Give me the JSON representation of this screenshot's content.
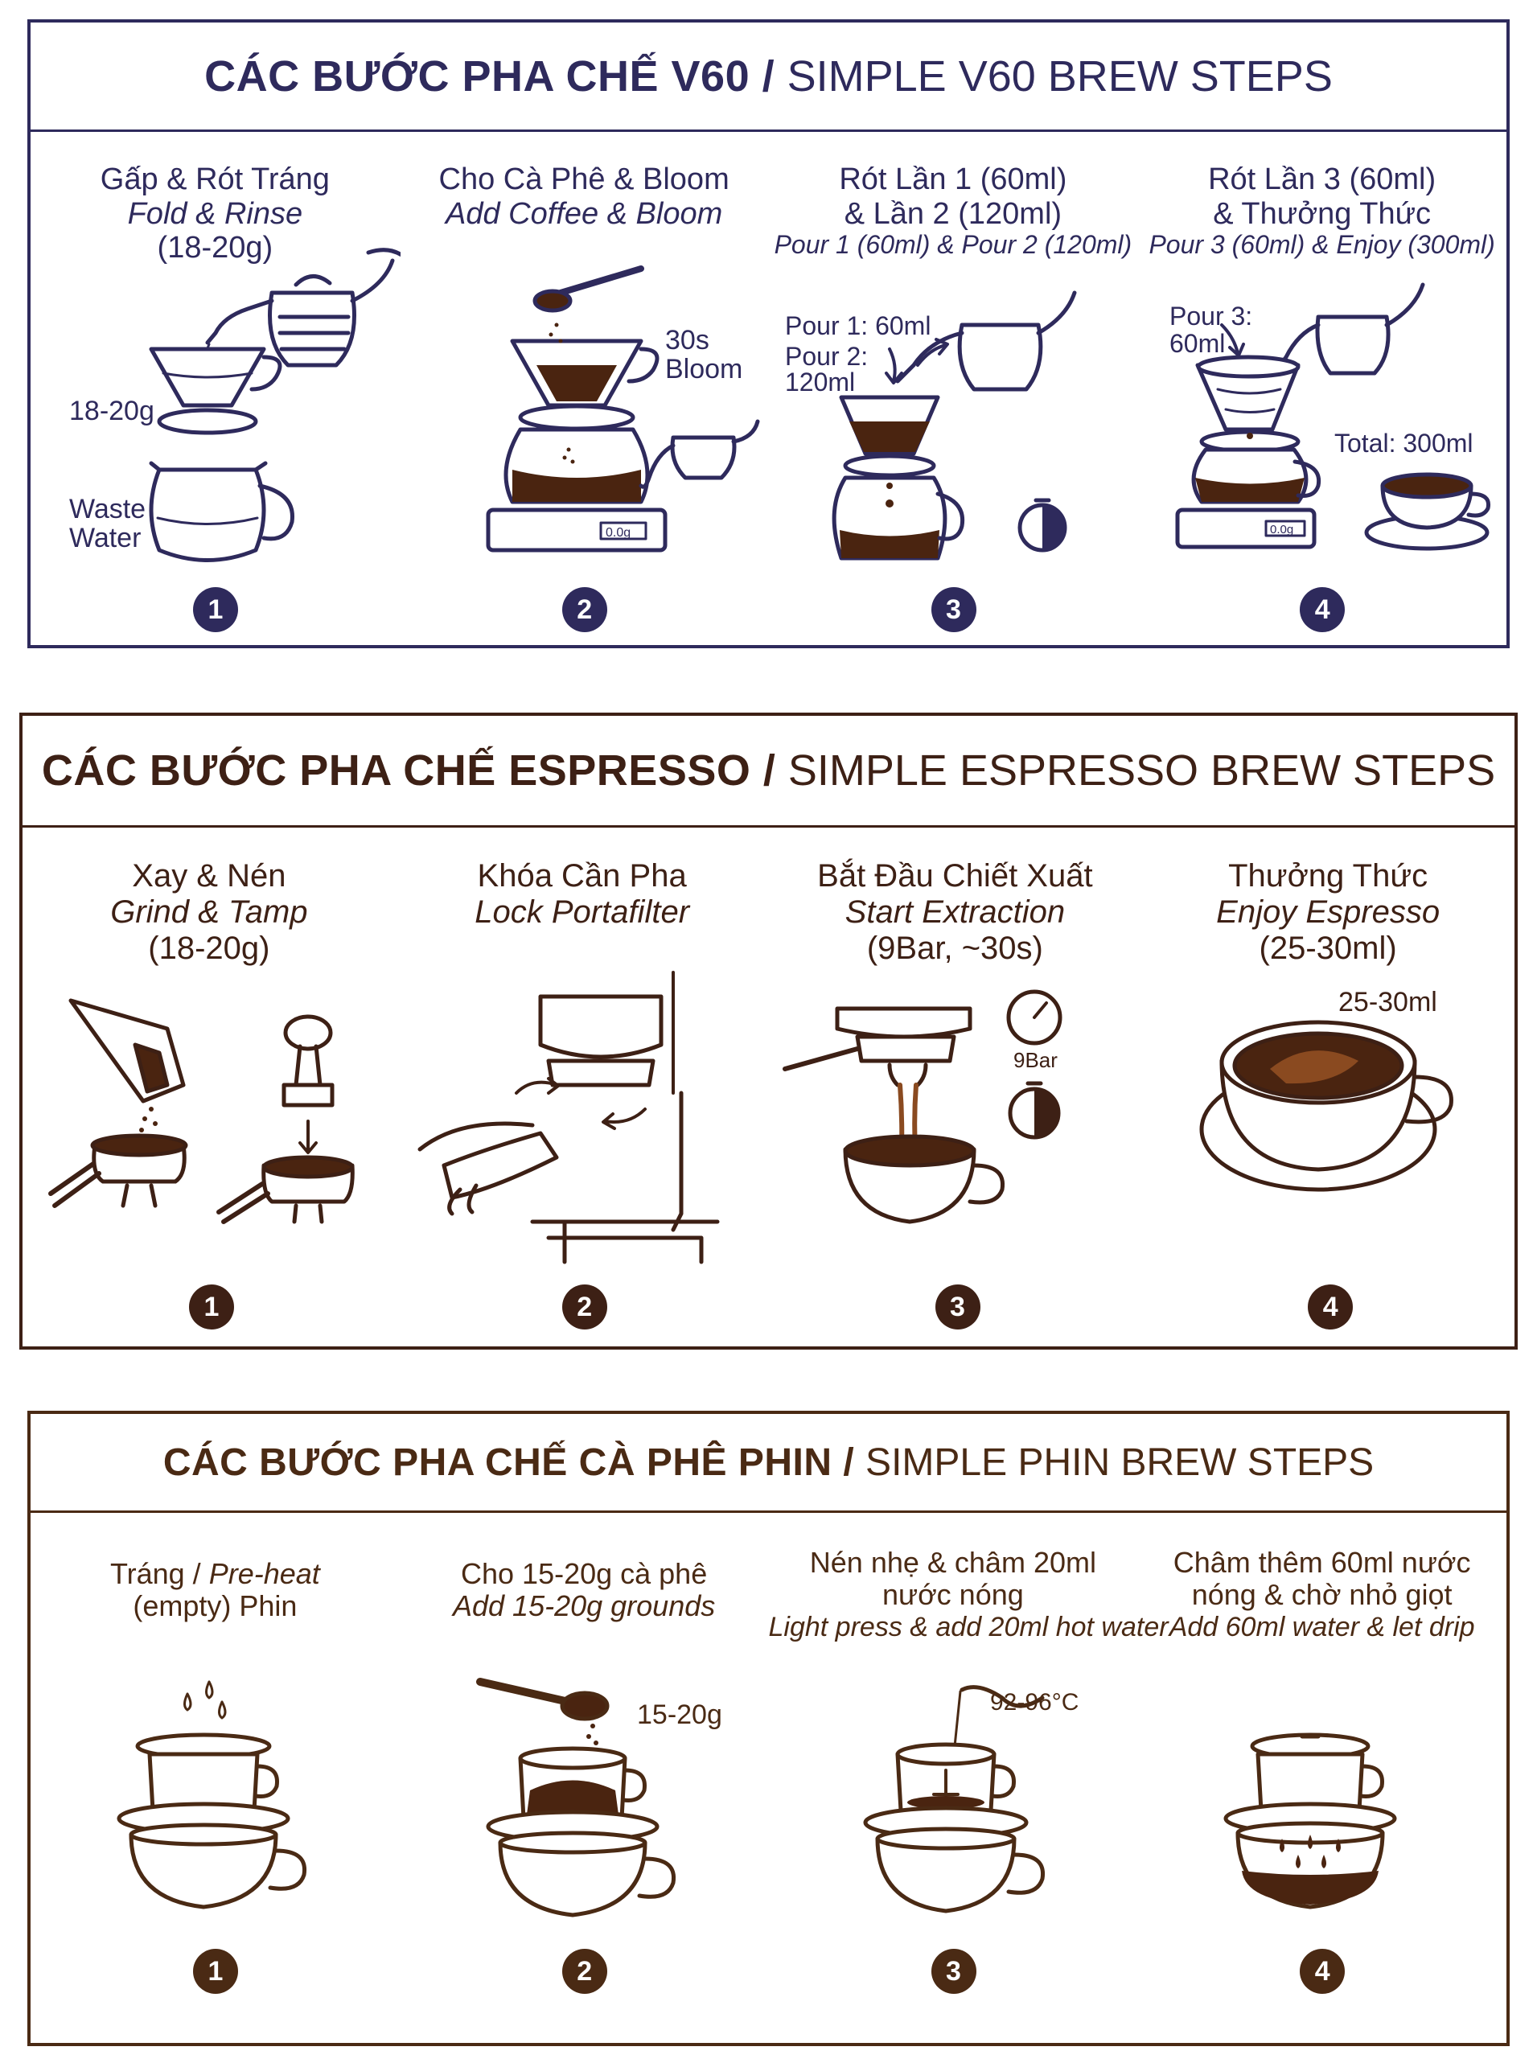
{
  "colors": {
    "v60": "#2e2a5c",
    "espresso": "#3d2015",
    "phin": "#4a2a14",
    "coffee": "#4a2410",
    "coffee_dark": "#2a120a",
    "coffee_light": "#8a4a20"
  },
  "v60": {
    "title_bold": "CÁC BƯỚC PHA CHẾ V60",
    "title_sep": " / ",
    "title_light": "SIMPLE V60 BREW STEPS",
    "steps": [
      {
        "number": "1",
        "vi": "Gấp & Rót Tráng",
        "en": "Fold & Rinse",
        "extra": "(18-20g)",
        "labels": {
          "dose": "18-20g",
          "waste_1": "Waste",
          "waste_2": "Water"
        }
      },
      {
        "number": "2",
        "vi": "Cho Cà Phê & Bloom",
        "en": "Add Coffee & Bloom",
        "labels": {
          "bloom_1": "30s",
          "bloom_2": "Bloom",
          "scale": "0.0g"
        }
      },
      {
        "number": "3",
        "vi_1": "Rót Lần 1 (60ml)",
        "vi_2": "& Lần 2 (120ml)",
        "en": "Pour 1 (60ml) & Pour 2 (120ml)",
        "labels": {
          "pour1": "Pour 1: 60ml",
          "pour2_1": "Pour 2:",
          "pour2_2": "120ml"
        }
      },
      {
        "number": "4",
        "vi_1": "Rót Lần 3 (60ml)",
        "vi_2": "& Thưởng Thức",
        "en": "Pour 3 (60ml) & Enjoy (300ml)",
        "labels": {
          "pour3_1": "Pour 3:",
          "pour3_2": "60ml",
          "total": "Total: 300ml",
          "scale": "0.0g"
        }
      }
    ]
  },
  "espresso": {
    "title_bold": "CÁC BƯỚC PHA CHẾ ESPRESSO",
    "title_sep": " / ",
    "title_light": "SIMPLE ESPRESSO BREW STEPS",
    "steps": [
      {
        "number": "1",
        "vi": "Xay & Nén",
        "en": "Grind & Tamp",
        "extra": "(18-20g)"
      },
      {
        "number": "2",
        "vi": "Khóa Cần Pha",
        "en": "Lock Portafilter"
      },
      {
        "number": "3",
        "vi": "Bắt Đầu Chiết Xuất",
        "en": "Start Extraction",
        "extra": "(9Bar, ~30s)",
        "labels": {
          "pressure": "9Bar"
        }
      },
      {
        "number": "4",
        "vi": "Thưởng Thức",
        "en": "Enjoy Espresso",
        "extra": "(25-30ml)",
        "labels": {
          "volume": "25-30ml"
        }
      }
    ]
  },
  "phin": {
    "title_bold": "CÁC BƯỚC PHA CHẾ CÀ PHÊ PHIN",
    "title_sep": " / ",
    "title_light": "SIMPLE PHIN BREW STEPS",
    "steps": [
      {
        "number": "1",
        "vi_a": "Tráng / ",
        "en_a": "Pre-heat",
        "vi_b": "(empty) Phin"
      },
      {
        "number": "2",
        "vi": "Cho 15-20g cà phê",
        "en": "Add 15-20g grounds",
        "labels": {
          "dose": "15-20g"
        }
      },
      {
        "number": "3",
        "vi_1": "Nén nhẹ & châm 20ml",
        "vi_2": "nước nóng",
        "en": "Light press & add 20ml hot water",
        "labels": {
          "temp": "92-96°C"
        }
      },
      {
        "number": "4",
        "vi_1": "Châm thêm 60ml nước",
        "vi_2": "nóng & chờ nhỏ giọt",
        "en": "Add 60ml water & let drip"
      }
    ]
  }
}
